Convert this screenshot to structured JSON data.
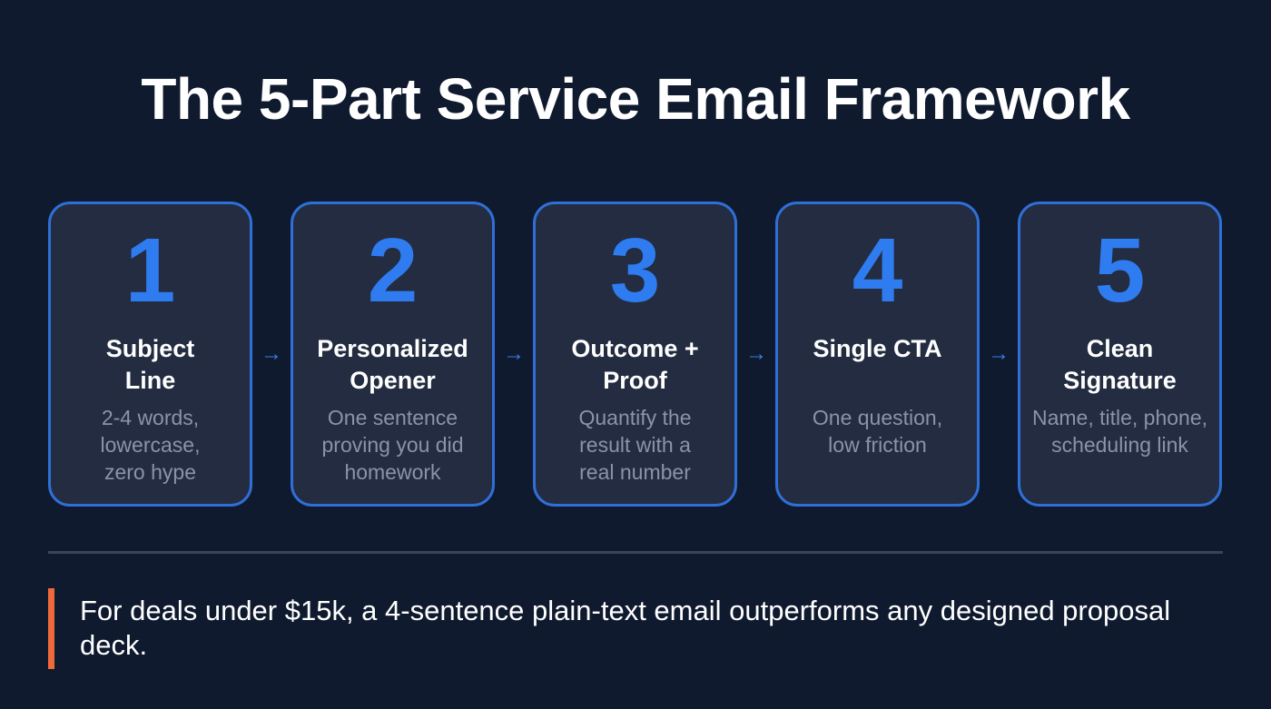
{
  "title": "The 5-Part Service Email Framework",
  "steps": [
    {
      "number": "1",
      "heading": "Subject Line",
      "description": "2-4 words, lowercase, zero hype"
    },
    {
      "number": "2",
      "heading": "Personalized Opener",
      "description": "One sentence proving you did homework"
    },
    {
      "number": "3",
      "heading": "Outcome + Proof",
      "description": "Quantify the result with a real number"
    },
    {
      "number": "4",
      "heading": "Single CTA",
      "description": "One question, low friction"
    },
    {
      "number": "5",
      "heading": "Clean Signature",
      "description": "Name, title, phone, scheduling link"
    }
  ],
  "arrow_icon": "arrow-right-icon",
  "arrow_glyph": "→",
  "callout": {
    "text": "For deals under $15k, a 4-sentence plain-text email outperforms any designed proposal deck."
  },
  "colors": {
    "background": "#0f1a2e",
    "card_fill": "#232c40",
    "card_border": "#2f6fd8",
    "number": "#2f7bf0",
    "description": "#8a94a8",
    "accent_bar": "#f0693a"
  }
}
